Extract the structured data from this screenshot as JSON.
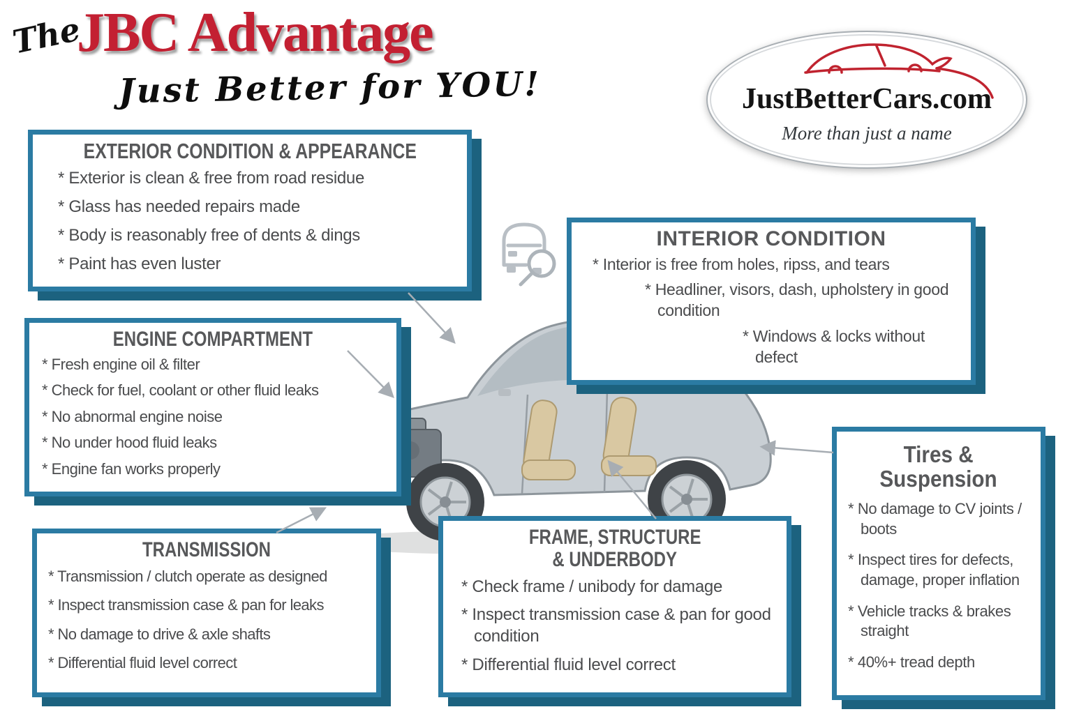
{
  "header": {
    "the": "The",
    "title": "JBC Advantage",
    "tagline": "Just Better for YOU!"
  },
  "logo": {
    "brand": "JustBetterCars.com",
    "slogan": "More than just a name"
  },
  "boxes": {
    "exterior": {
      "title": "EXTERIOR CONDITION & APPEARANCE",
      "items": [
        "* Exterior is clean & free from road residue",
        "* Glass has needed repairs made",
        "* Body is reasonably free of dents & dings",
        "* Paint has even luster"
      ]
    },
    "engine": {
      "title": "ENGINE COMPARTMENT",
      "items": [
        "* Fresh engine oil & filter",
        "* Check for fuel, coolant or other fluid leaks",
        "* No abnormal engine noise",
        "* No under hood fluid leaks",
        "* Engine fan works properly"
      ]
    },
    "transmission": {
      "title": "TRANSMISSION",
      "items": [
        "* Transmission / clutch operate as designed",
        "* Inspect transmission case & pan for leaks",
        "* No damage to drive & axle shafts",
        "* Differential fluid level correct"
      ]
    },
    "interior": {
      "title": "INTERIOR CONDITION",
      "items": [
        "* Interior is free from holes, ripss, and tears",
        "* Headliner, visors, dash, upholstery in good condition",
        "* Windows & locks without defect"
      ]
    },
    "frame": {
      "title_line1": "FRAME, STRUCTURE",
      "title_line2": "& UNDERBODY",
      "items": [
        "* Check frame / unibody for damage",
        "* Inspect transmission case & pan for good condition",
        "* Differential fluid level correct"
      ]
    },
    "tires": {
      "title_line1": "Tires &",
      "title_line2": "Suspension",
      "items": [
        "* No damage to CV joints / boots",
        "* Inspect tires for defects, damage, proper inflation",
        "* Vehicle tracks & brakes straight",
        "* 40%+ tread depth"
      ]
    }
  },
  "icons": {
    "logo_car": "red-sketch-car-swoosh-icon",
    "inspection": "car-with-magnifying-glass-icon",
    "illustration": "cutaway-car-illustration"
  },
  "colors": {
    "box_border": "#2b7ba3",
    "box_shadow": "#1c627f",
    "title_red": "#c32032",
    "heading_gray": "#57585a",
    "text_gray": "#4a4b4d",
    "arrow_gray": "#a7adb3"
  }
}
